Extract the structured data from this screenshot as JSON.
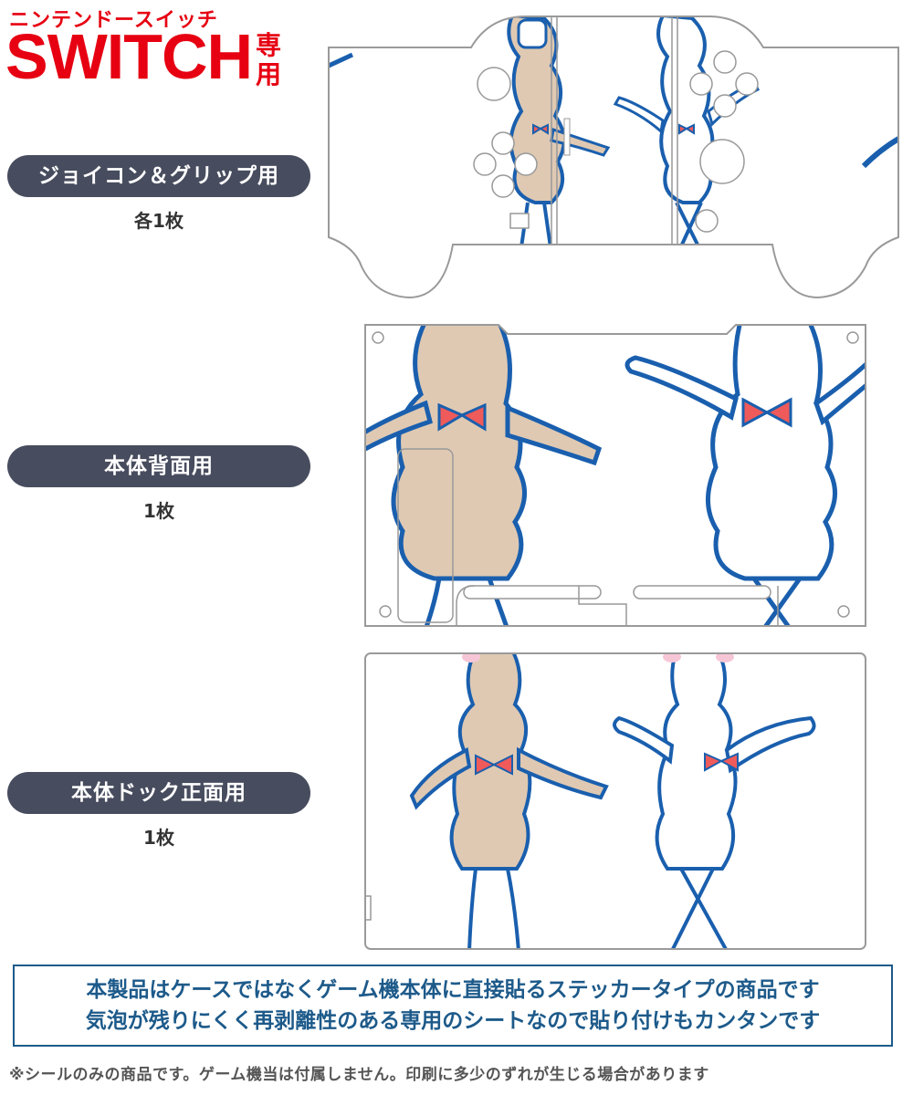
{
  "header": {
    "kana_title": "ニンテンドースイッチ",
    "main_title": "SWITCH",
    "suffix": "専用"
  },
  "sections": [
    {
      "label": "ジョイコン＆グリップ用",
      "count": "各1枚"
    },
    {
      "label": "本体背面用",
      "count": "1枚"
    },
    {
      "label": "本体ドック正面用",
      "count": "1枚"
    }
  ],
  "notice": {
    "line1": "本製品はケースではなくゲーム機本体に直接貼るステッカータイプの商品です",
    "line2": "気泡が残りにくく再剥離性のある専用のシートなので貼り付けもカンタンです"
  },
  "footnote": "※シールのみの商品です。ゲーム機当は付属しません。印刷に多少のずれが生じる場合があります",
  "colors": {
    "brand_red": "#e60012",
    "pill_bg": "#474c5e",
    "notice_blue": "#1d5a8a",
    "character_outline": "#1a5fae",
    "beige_fur": "#dfc9b3",
    "bowtie": "#ef5a5a"
  }
}
